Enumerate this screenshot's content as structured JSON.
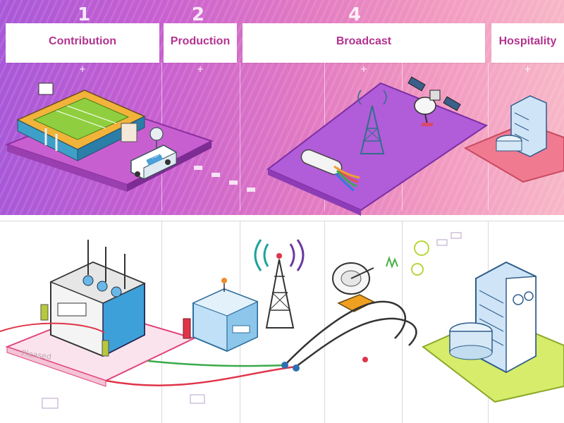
{
  "stages": [
    {
      "number": "1",
      "label": "Contribution"
    },
    {
      "number": "2",
      "label": "Production"
    },
    {
      "number": "4",
      "label": "Broadcast"
    },
    {
      "number": "",
      "label": "Hospitality"
    }
  ],
  "plus_symbol": "+",
  "platform_label": "Pleased",
  "van_label": "TGM",
  "colors": {
    "tab_text": "#b2338f",
    "purple": "#a858d8",
    "pink": "#e27ac2",
    "cable_red": "#e0344a",
    "cable_green": "#3aaa4a"
  }
}
